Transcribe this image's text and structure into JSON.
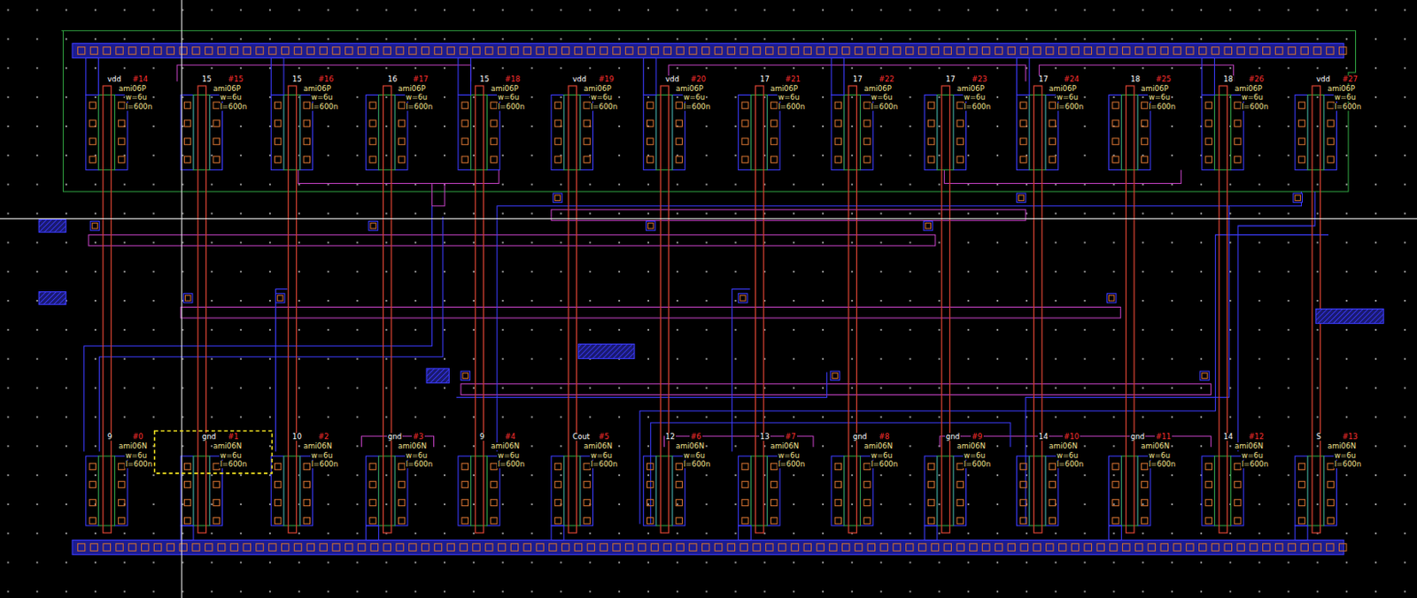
{
  "diagram": {
    "labels": [
      "vdd",
      "ami06P",
      "#14",
      "w=6u",
      "l=600n",
      "15",
      "ami06P",
      "#15",
      "w=6u",
      "l=600n",
      "15",
      "ami06P",
      "#16",
      "w=6u",
      "l=600n",
      "16",
      "ami06P",
      "#17",
      "w=6u",
      "l=600n",
      "15",
      "ami06P",
      "#18",
      "w=6u",
      "l=600n",
      "vdd",
      "ami06P",
      "#19",
      "w=6u",
      "l=600n",
      "vdd",
      "ami06P",
      "#20",
      "w=6u",
      "l=600n",
      "17",
      "ami06P",
      "#21",
      "w=6u",
      "l=600n",
      "17",
      "ami06P",
      "#22",
      "w=6u",
      "l=600n",
      "17",
      "ami06P",
      "#23",
      "w=6u",
      "l=600n",
      "17",
      "ami06P",
      "#24",
      "w=6u",
      "l=600n",
      "18",
      "ami06P",
      "#25",
      "w=6u",
      "l=600n",
      "18",
      "ami06P",
      "#26",
      "w=6u",
      "l=600n",
      "vdd",
      "ami06P",
      "#27",
      "w=6u",
      "l=600n",
      "9",
      "ami06N",
      "#0",
      "w=6u",
      "l=600n",
      "gnd",
      "ami06N",
      "#1",
      "w=6u",
      "l=600n",
      "10",
      "ami06N",
      "#2",
      "w=6u",
      "l=600n",
      "gnd",
      "ami06N",
      "#3",
      "w=6u",
      "l=600n",
      "9",
      "ami06N",
      "#4",
      "w=6u",
      "l=600n",
      "Cout",
      "ami06N",
      "#5",
      "w=6u",
      "l=600n",
      "12",
      "ami06N",
      "#6",
      "w=6u",
      "l=600n",
      "13",
      "ami06N",
      "#7",
      "w=6u",
      "l=600n",
      "gnd",
      "ami06N",
      "#8",
      "w=6u",
      "l=600n",
      "gnd",
      "ami06N",
      "#9",
      "w=6u",
      "l=600n",
      "14",
      "ami06N",
      "#10",
      "w=6u",
      "l=600n",
      "gnd",
      "ami06N",
      "#11",
      "w=6u",
      "l=600n",
      "14",
      "ami06N",
      "#12",
      "w=6u",
      "l=600n",
      "S",
      "ami06N",
      "#13",
      "w=6u",
      "l=600n"
    ]
  }
}
